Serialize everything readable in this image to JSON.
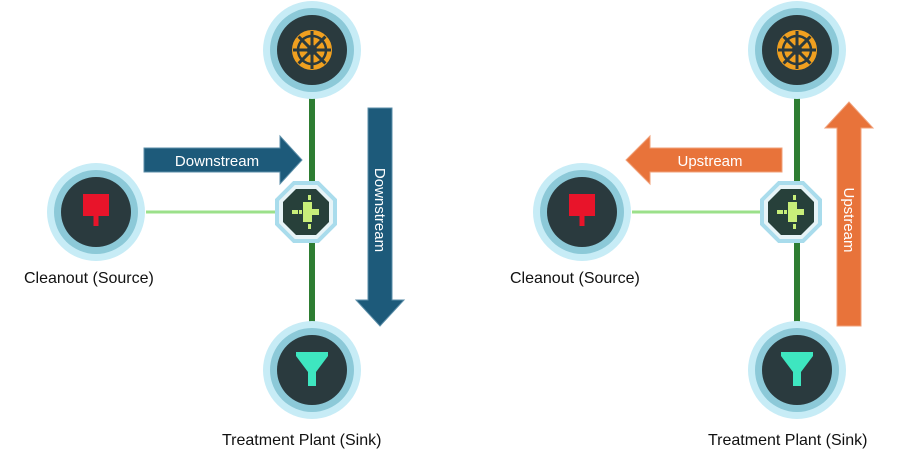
{
  "left_panel": {
    "arrow_horizontal_label": "Downstream",
    "arrow_vertical_label": "Downstream",
    "arrow_color": "#1d5a7a",
    "source_label": "Cleanout (Source)",
    "sink_label": "Treatment Plant (Sink)"
  },
  "right_panel": {
    "arrow_horizontal_label": "Upstream",
    "arrow_vertical_label": "Upstream",
    "arrow_color": "#e8733a",
    "source_label": "Cleanout (Source)",
    "sink_label": "Treatment Plant (Sink)"
  },
  "icons": {
    "top": "pump-wheel-icon",
    "source": "cleanout-icon",
    "junction": "junction-icon",
    "sink": "treatment-plant-funnel-icon"
  },
  "colors": {
    "main_pipe": "#2e7d32",
    "lateral_pipe": "#9be08a",
    "node_ring": "#a9dcec",
    "node_inner": "#2a3a3e"
  }
}
